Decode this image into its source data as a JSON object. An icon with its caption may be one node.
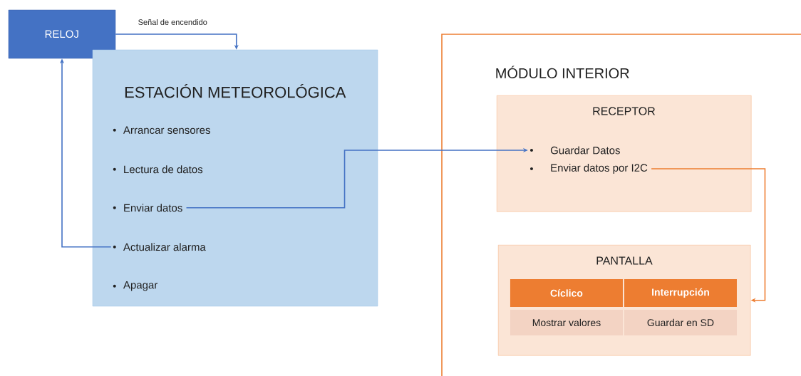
{
  "diagram": {
    "nodes": [
      {
        "text": [
          "RELOJ"
        ]
      },
      {
        "text": [
          "ESTACIÓN METEOROLÓGICA"
        ]
      },
      {
        "text": [
          "Arrancar sensores"
        ],
        "in": 1
      },
      {
        "text": [
          "Lectura de datos"
        ],
        "in": 1
      },
      {
        "text": [
          "Enviar datos"
        ],
        "in": 1
      },
      {
        "text": [
          "Actualizar alarma"
        ],
        "in": 1
      },
      {
        "text": [
          "Apagar"
        ],
        "in": 1
      },
      {
        "text": [
          "MÓDULO INTERIOR"
        ]
      },
      {
        "text": [
          "RECEPTOR"
        ],
        "in": 7
      },
      {
        "text": [
          "Guardar Datos"
        ],
        "in": 8
      },
      {
        "text": [
          "Enviar datos por I2C"
        ],
        "in": 8
      },
      {
        "text": [
          "PANTALLA"
        ],
        "in": 7
      },
      {
        "text": [
          "Cíclico"
        ],
        "in": 11
      },
      {
        "text": [
          "Interrupción"
        ],
        "in": 11
      },
      {
        "text": [
          "Mostrar valores"
        ],
        "in": 11
      },
      {
        "text": [
          "Guardar en SD"
        ],
        "in": 11
      }
    ],
    "edges": [
      {
        "from": 0,
        "to": 1,
        "arrow": "to",
        "label": "Señal de encendido"
      },
      {
        "from": 5,
        "to": 0,
        "arrow": "to"
      },
      {
        "from": 4,
        "to": 9,
        "arrow": "to"
      },
      {
        "from": 10,
        "to": 11,
        "arrow": "to",
        "color": "#ed7d31"
      }
    ]
  }
}
